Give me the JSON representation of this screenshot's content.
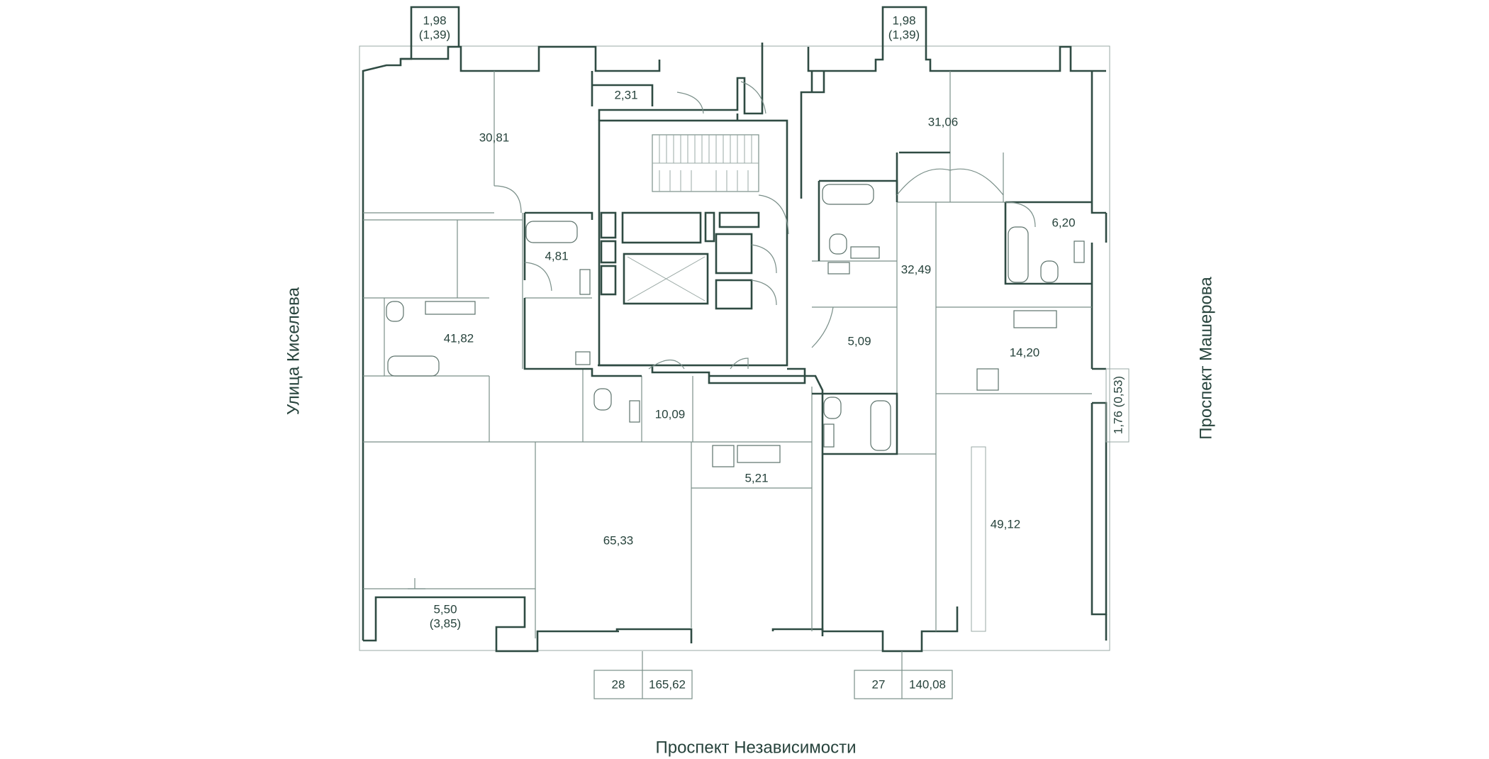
{
  "streets": {
    "left": "Улица Киселева",
    "right": "Проспект Машерова",
    "bottom": "Проспект Независимости"
  },
  "rooms": {
    "balcony_left": "1,98",
    "balcony_left_sub": "(1,39)",
    "balcony_right": "1,98",
    "balcony_right_sub": "(1,39)",
    "r_30_81": "30,81",
    "r_2_31": "2,31",
    "r_31_06": "31,06",
    "r_4_81": "4,81",
    "r_6_20": "6,20",
    "r_32_49": "32,49",
    "r_41_82": "41,82",
    "r_5_09": "5,09",
    "r_14_20": "14,20",
    "r_10_09": "10,09",
    "r_5_21": "5,21",
    "r_65_33": "65,33",
    "r_49_12": "49,12",
    "loggia": "5,50",
    "loggia_sub": "(3,85)",
    "side_balcony": "1,76 (0,53)"
  },
  "apartments": [
    {
      "number": "28",
      "area": "165,62"
    },
    {
      "number": "27",
      "area": "140,08"
    }
  ],
  "colors": {
    "wall": "#2f4b43",
    "text": "#27433c",
    "thin": "#7a8f89"
  }
}
